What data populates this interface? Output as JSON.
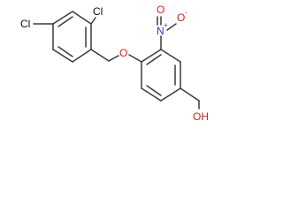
{
  "molecule": {
    "atom_labels": {
      "cl_top": "Cl",
      "cl_left": "Cl",
      "ether_o": "O",
      "nitro_n": "N",
      "nitro_n_charge": "+",
      "nitro_o_top": "O",
      "nitro_o_right": "O",
      "nitro_o_charge": "-",
      "hydroxyl": "OH"
    },
    "colors": {
      "bond": "#3a3a3a",
      "carbon_label": "#111111",
      "nitrogen": "#1f3fd6",
      "oxygen": "#d21f1f",
      "chlorine": "#111111"
    }
  }
}
